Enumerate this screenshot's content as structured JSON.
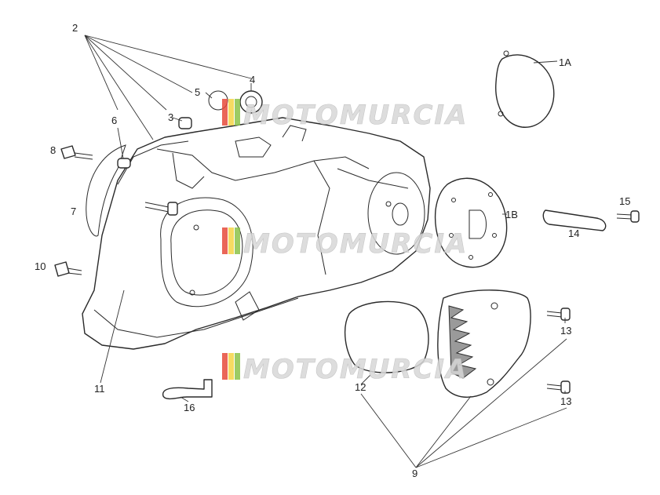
{
  "diagram": {
    "callouts": {
      "c2": "2",
      "c4": "4",
      "c5": "5",
      "c3": "3",
      "c6": "6",
      "c8": "8",
      "c7": "7",
      "c10": "10",
      "c11": "11",
      "c16": "16",
      "c1A": "1A",
      "c1B": "1B",
      "c15": "15",
      "c14": "14",
      "c13a": "13",
      "c13b": "13",
      "c12": "12",
      "c9": "9"
    },
    "watermark": {
      "text": "MOTOMURCIA",
      "stripe_colors": [
        "#e74c3c",
        "#f5d547",
        "#8bc34a"
      ]
    }
  }
}
